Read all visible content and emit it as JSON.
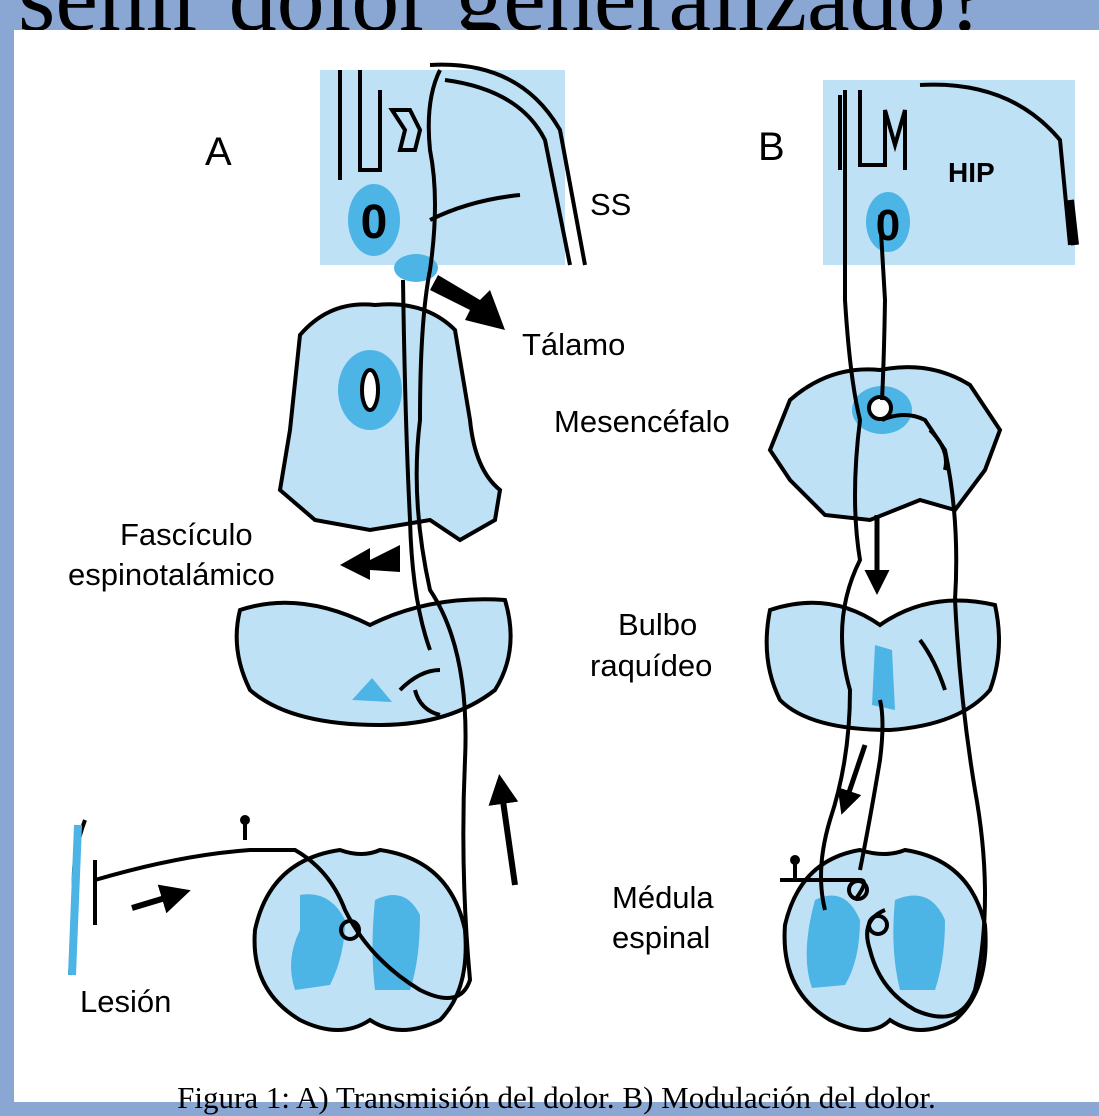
{
  "slide": {
    "title": "senir dolor generalizado?"
  },
  "figure": {
    "panel_a": {
      "letter": "A",
      "labels": {
        "ss": "SS",
        "talamo": "Tálamo",
        "fasciculo_1": "Fascículo",
        "fasciculo_2": "espinotalámico",
        "lesion": "Lesión"
      }
    },
    "panel_b": {
      "letter": "B",
      "labels": {
        "hip": "HIP",
        "mesencefalo": "Mesencéfalo",
        "bulbo_1": "Bulbo",
        "bulbo_2": "raquídeo",
        "medula_1": "Médula",
        "medula_2": "espinal"
      }
    },
    "caption": "Figura 1: A) Transmisión del dolor. B) Modulación del dolor."
  },
  "colors": {
    "slide_background": "#8aa6d2",
    "tissue_light": "#bfe1f5",
    "tissue_medium": "#4db4e6",
    "ink": "#000000"
  }
}
